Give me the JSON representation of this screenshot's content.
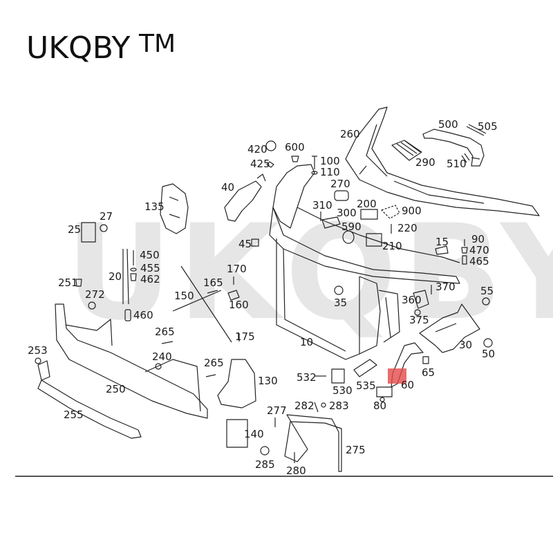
{
  "brand": {
    "name": "UKQBY",
    "mark": "TM"
  },
  "watermark": {
    "text": "UKQBY TM",
    "color": "#e6e6e6"
  },
  "highlight": {
    "part": "60",
    "color": "#e44a4a"
  },
  "callouts": [
    {
      "id": "c420",
      "label": "420"
    },
    {
      "id": "c425",
      "label": "425"
    },
    {
      "id": "c600",
      "label": "600"
    },
    {
      "id": "c100",
      "label": "100"
    },
    {
      "id": "c110",
      "label": "110"
    },
    {
      "id": "c270",
      "label": "270"
    },
    {
      "id": "c260",
      "label": "260"
    },
    {
      "id": "c500",
      "label": "500"
    },
    {
      "id": "c505",
      "label": "505"
    },
    {
      "id": "c290",
      "label": "290"
    },
    {
      "id": "c510",
      "label": "510"
    },
    {
      "id": "c40",
      "label": "40"
    },
    {
      "id": "c135",
      "label": "135"
    },
    {
      "id": "c310",
      "label": "310"
    },
    {
      "id": "c300",
      "label": "300"
    },
    {
      "id": "c200",
      "label": "200"
    },
    {
      "id": "c900",
      "label": "900"
    },
    {
      "id": "c590",
      "label": "590"
    },
    {
      "id": "c220",
      "label": "220"
    },
    {
      "id": "c210",
      "label": "210"
    },
    {
      "id": "c27",
      "label": "27"
    },
    {
      "id": "c25",
      "label": "25"
    },
    {
      "id": "c45",
      "label": "45"
    },
    {
      "id": "c15",
      "label": "15"
    },
    {
      "id": "c90",
      "label": "90"
    },
    {
      "id": "c470",
      "label": "470"
    },
    {
      "id": "c465",
      "label": "465"
    },
    {
      "id": "c450",
      "label": "450"
    },
    {
      "id": "c455",
      "label": "455"
    },
    {
      "id": "c20",
      "label": "20"
    },
    {
      "id": "c462",
      "label": "462"
    },
    {
      "id": "c170",
      "label": "170"
    },
    {
      "id": "c251",
      "label": "251"
    },
    {
      "id": "c165",
      "label": "165"
    },
    {
      "id": "c370",
      "label": "370"
    },
    {
      "id": "c55",
      "label": "55"
    },
    {
      "id": "c272",
      "label": "272"
    },
    {
      "id": "c150",
      "label": "150"
    },
    {
      "id": "c160",
      "label": "160"
    },
    {
      "id": "c35",
      "label": "35"
    },
    {
      "id": "c360",
      "label": "360"
    },
    {
      "id": "c460",
      "label": "460"
    },
    {
      "id": "c375",
      "label": "375"
    },
    {
      "id": "c265a",
      "label": "265"
    },
    {
      "id": "c175",
      "label": "175"
    },
    {
      "id": "c30",
      "label": "30"
    },
    {
      "id": "c10",
      "label": "10"
    },
    {
      "id": "c50",
      "label": "50"
    },
    {
      "id": "c253",
      "label": "253"
    },
    {
      "id": "c240",
      "label": "240"
    },
    {
      "id": "c265b",
      "label": "265"
    },
    {
      "id": "c65",
      "label": "65"
    },
    {
      "id": "c130",
      "label": "130"
    },
    {
      "id": "c532",
      "label": "532"
    },
    {
      "id": "c250",
      "label": "250"
    },
    {
      "id": "c535",
      "label": "535"
    },
    {
      "id": "c60",
      "label": "60"
    },
    {
      "id": "c530",
      "label": "530"
    },
    {
      "id": "c80",
      "label": "80"
    },
    {
      "id": "c282",
      "label": "282"
    },
    {
      "id": "c283",
      "label": "283"
    },
    {
      "id": "c277",
      "label": "277"
    },
    {
      "id": "c255",
      "label": "255"
    },
    {
      "id": "c140",
      "label": "140"
    },
    {
      "id": "c275",
      "label": "275"
    },
    {
      "id": "c285",
      "label": "285"
    },
    {
      "id": "c280",
      "label": "280"
    }
  ]
}
